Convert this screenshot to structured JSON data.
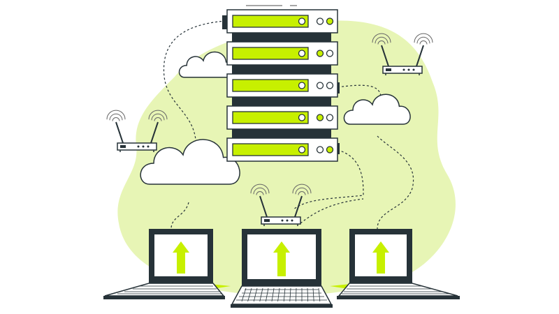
{
  "illustration": {
    "subject": "server-network-upload",
    "colors": {
      "accent": "#c7f000",
      "blob": "#e7f5b5",
      "outline": "#263238",
      "fill": "#ffffff",
      "dark": "#263238"
    },
    "server_units": [
      {
        "leds": [
          "off",
          "off",
          "on"
        ]
      },
      {
        "leds": [
          "off",
          "on",
          "off"
        ]
      },
      {
        "leds": [
          "off",
          "off",
          "off"
        ]
      },
      {
        "leds": [
          "off",
          "on",
          "off"
        ]
      },
      {
        "leds": [
          "off",
          "off",
          "on"
        ]
      }
    ],
    "laptops": [
      {
        "icon": "upload-arrow-icon"
      },
      {
        "icon": "upload-arrow-icon"
      },
      {
        "icon": "upload-arrow-icon"
      }
    ]
  }
}
